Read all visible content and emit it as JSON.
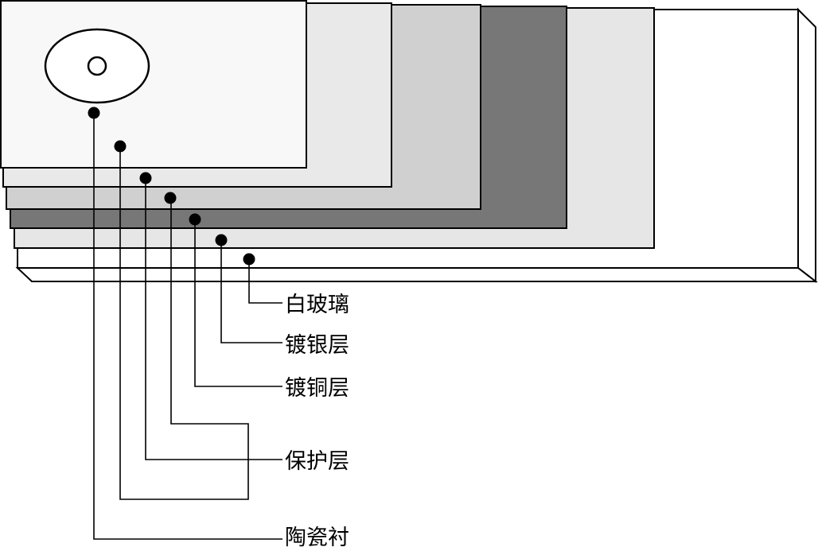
{
  "labels": {
    "glass": "白玻璃",
    "silver": "镀银层",
    "copper": "镀铜层",
    "protective": "保护层",
    "ceramic": "陶瓷衬"
  },
  "layer_colors": {
    "glass": "#ffffff",
    "silver": "#e6e6e6",
    "copper": "#777777",
    "protective": "#d0d0d0",
    "substrate_back": "#e9e9e9",
    "ceramic": "#f8f8f8"
  }
}
